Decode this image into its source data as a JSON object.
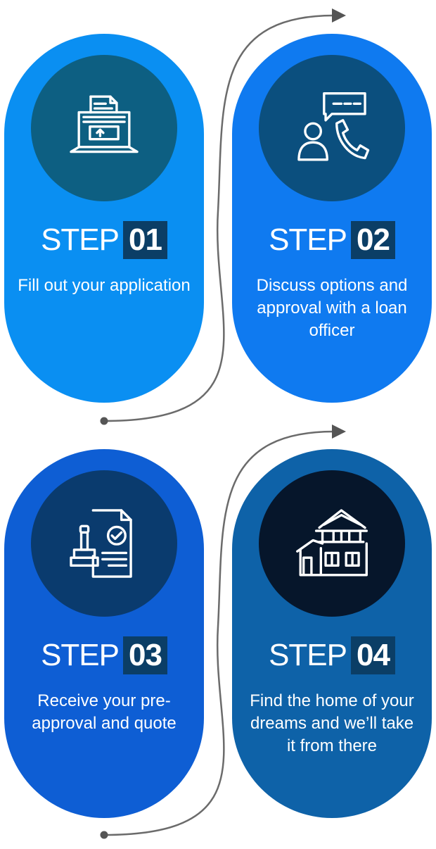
{
  "steps": [
    {
      "icon": "laptop-document-upload-icon",
      "word": "STEP",
      "number": "01",
      "description": "Fill out your application",
      "color": "#0a8ff2"
    },
    {
      "icon": "chat-phone-user-icon",
      "word": "STEP",
      "number": "02",
      "description": "Discuss options and approval with a loan officer",
      "color": "#0f7af0"
    },
    {
      "icon": "stamp-certificate-icon",
      "word": "STEP",
      "number": "03",
      "description": "Receive your pre-approval and quote",
      "color": "#0e5ed4"
    },
    {
      "icon": "house-icon",
      "word": "STEP",
      "number": "04",
      "description": "Find the home of your dreams and we’ll take it from there",
      "color": "#0e62a8"
    }
  ],
  "colors": {
    "number_badge": "#0b3e66",
    "connector": "#6b6b6b"
  }
}
